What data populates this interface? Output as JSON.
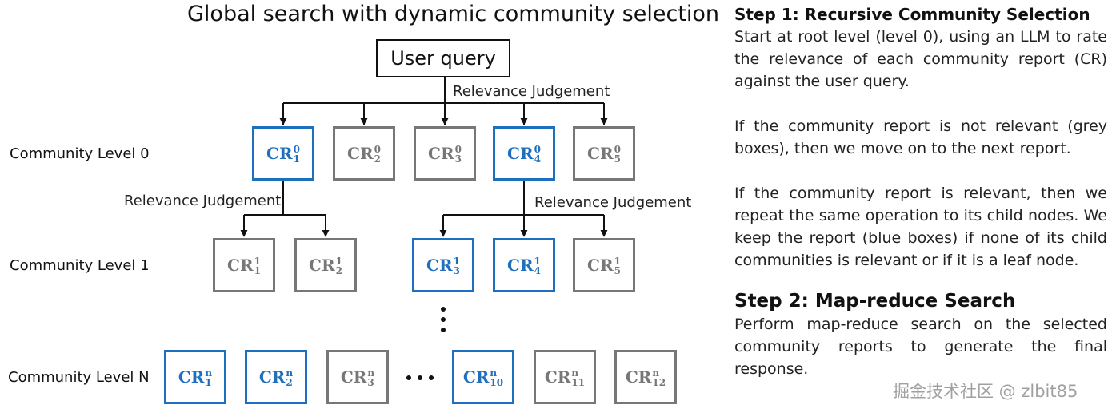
{
  "title": "Global search with dynamic community selection",
  "user_query": "User query",
  "relevance_label": "Relevance Judgement",
  "levels": {
    "l0": "Community Level 0",
    "l1": "Community Level 1",
    "ln": "Community Level N"
  },
  "nodes": {
    "level0": [
      {
        "base": "CR",
        "sup": "0",
        "sub": "1",
        "selected": true
      },
      {
        "base": "CR",
        "sup": "0",
        "sub": "2",
        "selected": false
      },
      {
        "base": "CR",
        "sup": "0",
        "sub": "3",
        "selected": false
      },
      {
        "base": "CR",
        "sup": "0",
        "sub": "4",
        "selected": true
      },
      {
        "base": "CR",
        "sup": "0",
        "sub": "5",
        "selected": false
      }
    ],
    "level1": [
      {
        "base": "CR",
        "sup": "1",
        "sub": "1",
        "selected": false
      },
      {
        "base": "CR",
        "sup": "1",
        "sub": "2",
        "selected": false
      },
      {
        "base": "CR",
        "sup": "1",
        "sub": "3",
        "selected": true
      },
      {
        "base": "CR",
        "sup": "1",
        "sub": "4",
        "selected": true
      },
      {
        "base": "CR",
        "sup": "1",
        "sub": "5",
        "selected": false
      }
    ],
    "levelN": [
      {
        "base": "CR",
        "sup": "n",
        "sub": "1",
        "selected": true
      },
      {
        "base": "CR",
        "sup": "n",
        "sub": "2",
        "selected": true
      },
      {
        "base": "CR",
        "sup": "n",
        "sub": "3",
        "selected": false
      },
      {
        "base": "CR",
        "sup": "n",
        "sub": "10",
        "selected": true
      },
      {
        "base": "CR",
        "sup": "n",
        "sub": "11",
        "selected": false
      },
      {
        "base": "CR",
        "sup": "n",
        "sub": "12",
        "selected": false
      }
    ]
  },
  "colors": {
    "selected": "#1f6fbf",
    "unselected": "#777777",
    "line": "#111111"
  },
  "panel": {
    "step1": {
      "heading": "Step 1: Recursive Community Selection",
      "p1": "Start at root level (level 0), using an LLM to rate the relevance of each community report (CR) against the user query.",
      "p2": "If the community report is not relevant (grey boxes), then we move on to the next report.",
      "p3": "If the community report is relevant, then we repeat the same operation to its child nodes. We keep the report (blue boxes) if none of its child communities is relevant or if it is a leaf node."
    },
    "step2": {
      "heading": "Step 2: Map-reduce Search",
      "p1": "Perform map-reduce search on the selected community reports to generate the final response."
    }
  },
  "watermark": "掘金技术社区 @ zlbit85"
}
